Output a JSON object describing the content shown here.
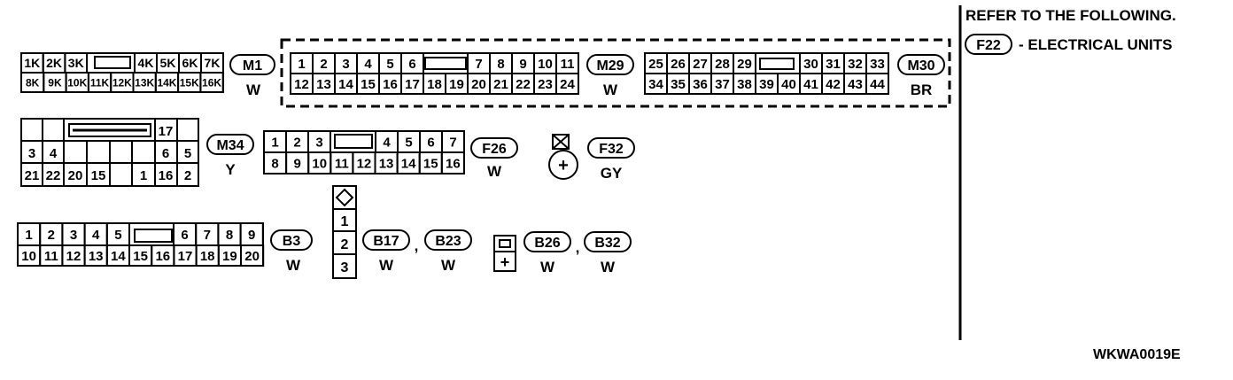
{
  "colors": {
    "ink": "#000000",
    "paper": "#ffffff"
  },
  "refer_note": {
    "heading": "REFER TO THE FOLLOWING.",
    "ref_connector": "F22",
    "ref_text": "- ELECTRICAL UNITS"
  },
  "figure_id": "WKWA0019E",
  "connectors": {
    "m1": {
      "id": "M1",
      "color": "W",
      "top_left": [
        "1K",
        "2K",
        "3K"
      ],
      "top_right": [
        "4K",
        "5K",
        "6K",
        "7K"
      ],
      "bottom": [
        "8K",
        "9K",
        "10K",
        "11K",
        "12K",
        "13K",
        "14K",
        "15K",
        "16K"
      ]
    },
    "m29": {
      "id": "M29",
      "color": "W",
      "top_left": [
        "1",
        "2",
        "3",
        "4",
        "5",
        "6"
      ],
      "top_right": [
        "7",
        "8",
        "9",
        "10",
        "11"
      ],
      "bottom": [
        "12",
        "13",
        "14",
        "15",
        "16",
        "17",
        "18",
        "19",
        "20",
        "21",
        "22",
        "23",
        "24"
      ]
    },
    "m30": {
      "id": "M30",
      "color": "BR",
      "top_left": [
        "25",
        "26",
        "27",
        "28",
        "29"
      ],
      "top_right": [
        "30",
        "31",
        "32",
        "33"
      ],
      "bottom": [
        "34",
        "35",
        "36",
        "37",
        "38",
        "39",
        "40",
        "41",
        "42",
        "43",
        "44"
      ]
    },
    "m34": {
      "id": "M34",
      "color": "Y",
      "row1": [
        "17"
      ],
      "row2": [
        "3",
        "4",
        "6",
        "5"
      ],
      "row3": [
        "21",
        "22",
        "20",
        "15",
        "1",
        "16",
        "2"
      ]
    },
    "f26": {
      "id": "F26",
      "color": "W",
      "top_left": [
        "1",
        "2",
        "3"
      ],
      "top_right": [
        "4",
        "5",
        "6",
        "7"
      ],
      "bottom": [
        "8",
        "9",
        "10",
        "11",
        "12",
        "13",
        "14",
        "15",
        "16"
      ]
    },
    "f32": {
      "id": "F32",
      "color": "GY",
      "terminal": "+"
    },
    "b3": {
      "id": "B3",
      "color": "W",
      "top_left": [
        "1",
        "2",
        "3",
        "4",
        "5"
      ],
      "top_right": [
        "6",
        "7",
        "8",
        "9"
      ],
      "bottom": [
        "10",
        "11",
        "12",
        "13",
        "14",
        "15",
        "16",
        "17",
        "18",
        "19",
        "20"
      ]
    },
    "b17_b23": {
      "ids": [
        "B17",
        "B23"
      ],
      "colors": [
        "W",
        "W"
      ],
      "separator": ",",
      "terminals": [
        "1",
        "2",
        "3"
      ]
    },
    "b26_b32": {
      "ids": [
        "B26",
        "B32"
      ],
      "colors": [
        "W",
        "W"
      ],
      "separator": ",",
      "terminal": "+"
    }
  }
}
